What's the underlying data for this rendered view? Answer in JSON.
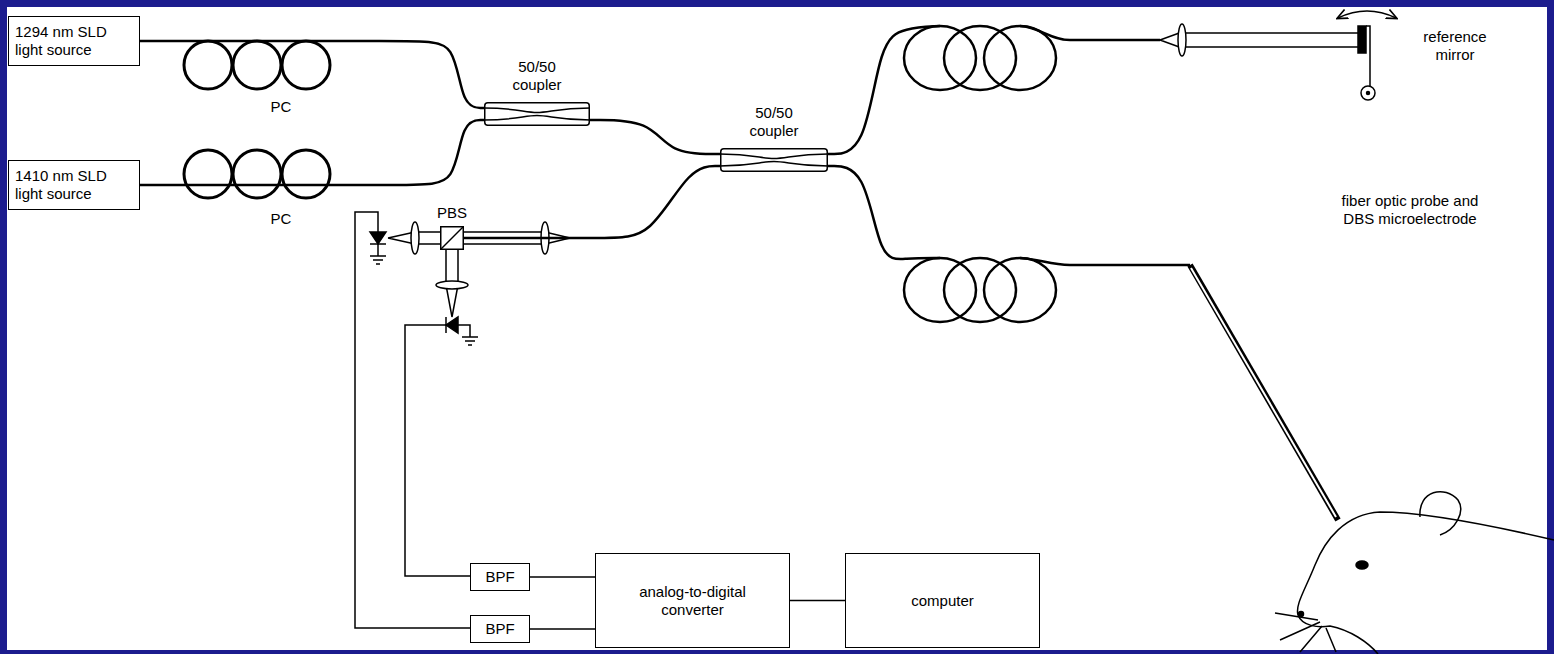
{
  "diagram": {
    "nodes": [
      {
        "text": [
          "1294 nm SLD light source"
        ]
      },
      {
        "text": [
          "1410 nm SLD light source"
        ]
      },
      {
        "text": [
          "50/50 coupler"
        ]
      },
      {
        "text": [
          "50/50 coupler"
        ]
      },
      {
        "text": [
          "PBS"
        ]
      },
      {
        "text": [
          "BPF"
        ]
      },
      {
        "text": [
          "BPF"
        ]
      },
      {
        "text": [
          "analog-to-digital converter"
        ]
      },
      {
        "text": [
          "computer"
        ]
      }
    ],
    "edges": [
      {
        "from": 0,
        "to": 2,
        "arrow": "none"
      },
      {
        "from": 1,
        "to": 2,
        "arrow": "none"
      },
      {
        "from": 2,
        "to": 3,
        "arrow": "none"
      },
      {
        "from": 3,
        "to": 4,
        "arrow": "none"
      },
      {
        "from": 5,
        "to": 7,
        "arrow": "none"
      },
      {
        "from": 6,
        "to": 7,
        "arrow": "none"
      },
      {
        "from": 7,
        "to": 8,
        "arrow": "none"
      }
    ],
    "labels": [
      "PC",
      "PC",
      "reference mirror",
      "fiber optic probe and DBS microelectrode"
    ]
  }
}
